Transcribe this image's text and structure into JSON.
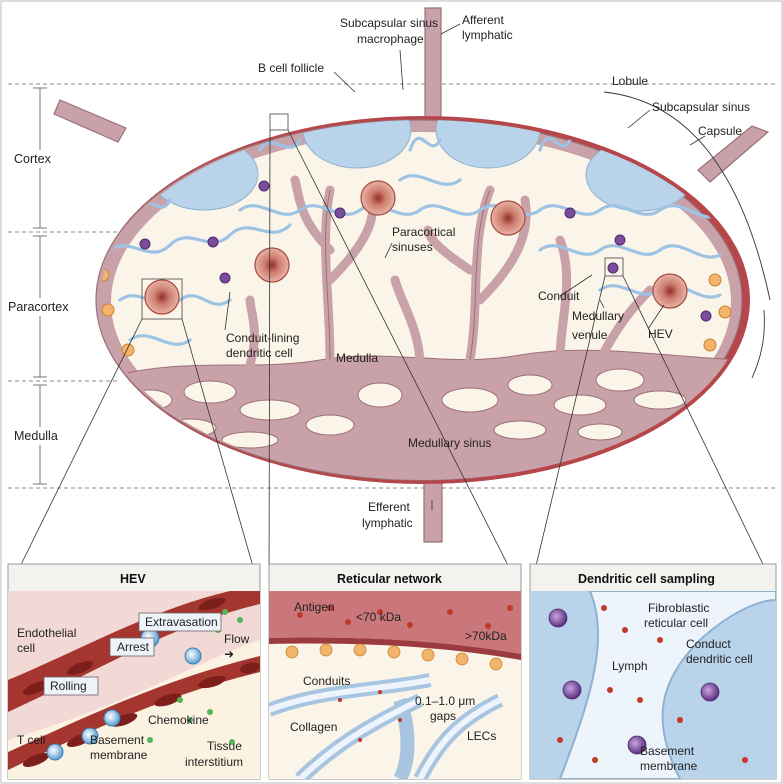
{
  "zones": [
    "Cortex",
    "Paracortex",
    "Medulla"
  ],
  "labels": {
    "afferent_lymphatic": [
      "Afferent",
      "lymphatic"
    ],
    "subcapsular_macrophage": [
      "Subcapsular sinus",
      "macrophage"
    ],
    "b_cell_follicle": "B cell follicle",
    "lobule": "Lobule",
    "subcapsular_sinus": "Subcapsular sinus",
    "capsule": "Capsule",
    "paracortical_sinuses": [
      "Paracortical",
      "sinuses"
    ],
    "conduit": "Conduit",
    "medullary_venule": [
      "Medullary",
      "venule"
    ],
    "hev": "HEV",
    "conduit_lining_dc": [
      "Conduit-lining",
      "dendritic cell"
    ],
    "medulla": "Medulla",
    "medullary_sinus": "Medullary sinus",
    "efferent_lymphatic": [
      "Efferent",
      "lymphatic"
    ]
  },
  "panels": {
    "hev": {
      "title": "HEV",
      "extravasation": "Extravasation",
      "arrest": "Arrest",
      "flow": "Flow",
      "endothelial": [
        "Endothelial",
        "cell"
      ],
      "rolling": "Rolling",
      "t_cell": "T cell",
      "chemokine": "Chemokine",
      "basement": [
        "Basement",
        "membrane"
      ],
      "tissue": [
        "Tissue",
        "interstitium"
      ]
    },
    "reticular": {
      "title": "Reticular network",
      "antigen": "Antigen",
      "lt70": "<70 kDa",
      "gt70": ">70kDa",
      "conduits": "Conduits",
      "gaps": [
        "0.1–1.0 μm",
        "gaps"
      ],
      "collagen": "Collagen",
      "lecs": "LECs"
    },
    "dc": {
      "title": "Dendritic cell sampling",
      "fibroblastic": [
        "Fibroblastic",
        "reticular cell"
      ],
      "conduct_dc": [
        "Conduct",
        "dendritic cell"
      ],
      "lymph": "Lymph",
      "basement": [
        "Basement",
        "membrane"
      ]
    }
  },
  "colors": {
    "node_fill": "#fbf5e9",
    "sinus": "#c9a2a9",
    "sinus_stroke": "#9b6f78",
    "capsule": "#b5474a",
    "follicle": "#b9d3ea",
    "conduit": "#9cc3e4",
    "macrophage": "#f2b36a",
    "dc": "#7b4c9c",
    "hev": "#c85a4d"
  }
}
